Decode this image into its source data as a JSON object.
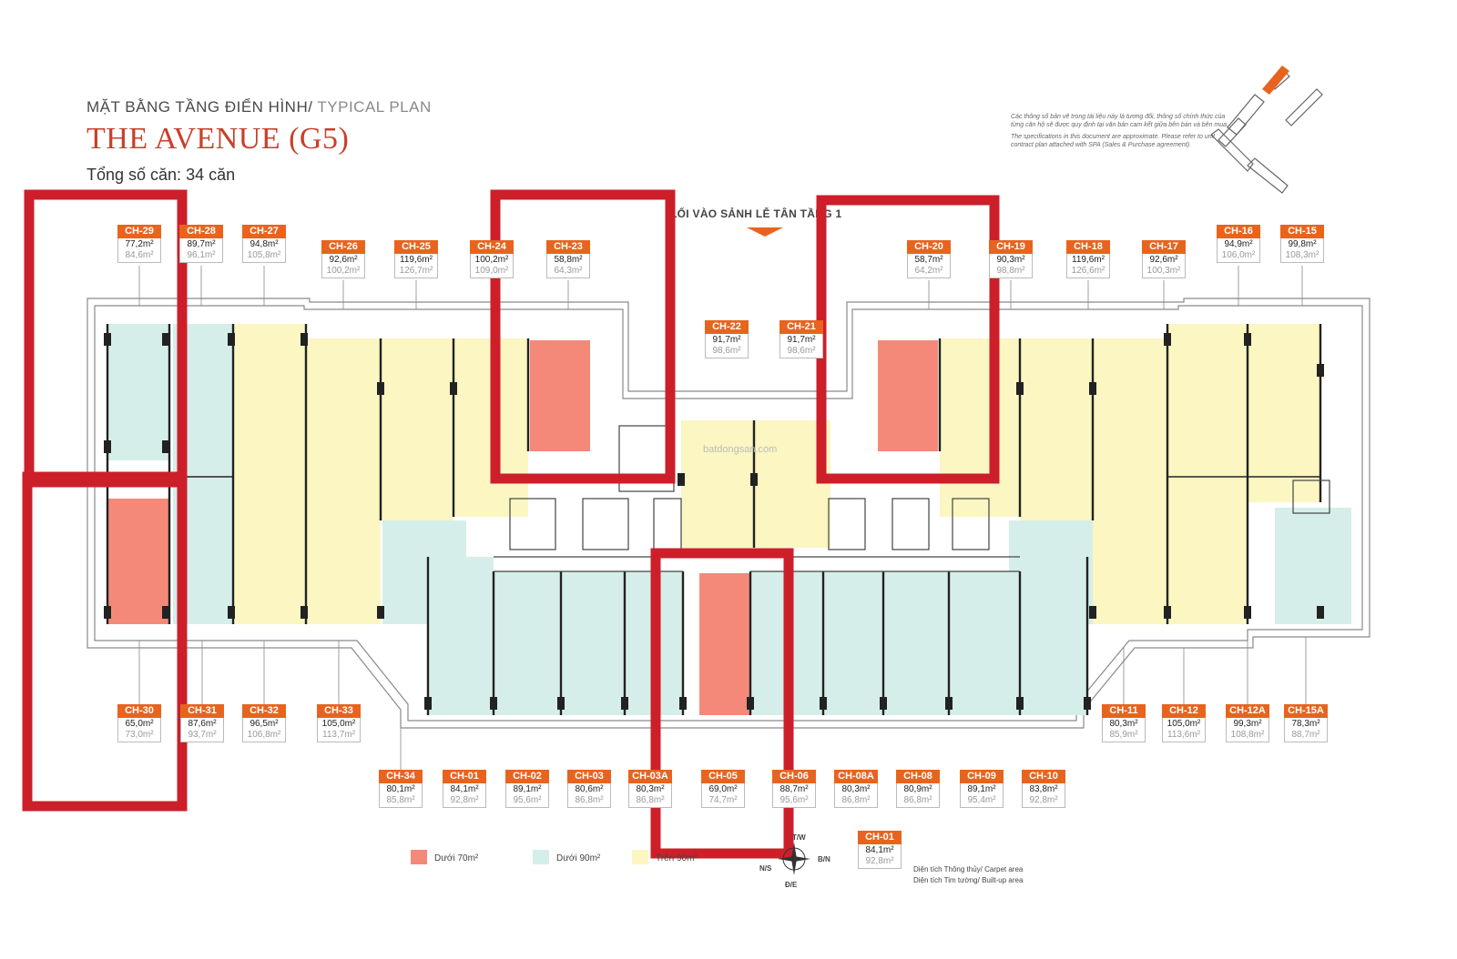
{
  "header": {
    "subtitle_vn": "MẶT BẰNG TẦNG ĐIỂN HÌNH/",
    "subtitle_en": " TYPICAL PLAN",
    "title": "THE AVENUE (G5)",
    "count": "Tổng số căn: 34 căn"
  },
  "disclaimer": {
    "vn": "Các thông số bản vẽ trong tài liệu này là tương đối, thông số chính thức của từng căn hộ sẽ được quy định tại văn bản cam kết giữa bên bán và bên mua.",
    "en": "The specifications in this document are approximate. Please refer to unit contract plan attached with SPA (Sales & Purchase agreement)."
  },
  "entry_label": "LỐI VÀO SẢNH LỄ TÂN TẦNG 1",
  "watermark": "batdongsan.com",
  "colors": {
    "under70": "#f4897a",
    "under90": "#d6eee9",
    "over90": "#fbf6c2",
    "accent": "#e8641e",
    "highlight": "#cc1f2a"
  },
  "units": [
    {
      "code": "CH-29",
      "a1": "77,2m²",
      "a2": "84,6m²"
    },
    {
      "code": "CH-28",
      "a1": "89,7m²",
      "a2": "96,1m²"
    },
    {
      "code": "CH-27",
      "a1": "94,8m²",
      "a2": "105,8m²"
    },
    {
      "code": "CH-26",
      "a1": "92,6m²",
      "a2": "100,2m²"
    },
    {
      "code": "CH-25",
      "a1": "119,6m²",
      "a2": "126,7m²"
    },
    {
      "code": "CH-24",
      "a1": "100,2m²",
      "a2": "109,0m²"
    },
    {
      "code": "CH-23",
      "a1": "58,8m²",
      "a2": "64,3m²"
    },
    {
      "code": "CH-22",
      "a1": "91,7m²",
      "a2": "98,6m²"
    },
    {
      "code": "CH-21",
      "a1": "91,7m²",
      "a2": "98,6m²"
    },
    {
      "code": "CH-20",
      "a1": "58,7m²",
      "a2": "64,2m²"
    },
    {
      "code": "CH-19",
      "a1": "90,3m²",
      "a2": "98,8m²"
    },
    {
      "code": "CH-18",
      "a1": "119,6m²",
      "a2": "126,6m²"
    },
    {
      "code": "CH-17",
      "a1": "92,6m²",
      "a2": "100,3m²"
    },
    {
      "code": "CH-16",
      "a1": "94,9m²",
      "a2": "106,0m²"
    },
    {
      "code": "CH-15",
      "a1": "99,8m²",
      "a2": "108,3m²"
    },
    {
      "code": "CH-30",
      "a1": "65,0m²",
      "a2": "73,0m²"
    },
    {
      "code": "CH-31",
      "a1": "87,6m²",
      "a2": "93,7m²"
    },
    {
      "code": "CH-32",
      "a1": "96,5m²",
      "a2": "106,8m²"
    },
    {
      "code": "CH-33",
      "a1": "105,0m²",
      "a2": "113,7m²"
    },
    {
      "code": "CH-11",
      "a1": "80,3m²",
      "a2": "85,9m²"
    },
    {
      "code": "CH-12",
      "a1": "105,0m²",
      "a2": "113,6m²"
    },
    {
      "code": "CH-12A",
      "a1": "99,3m²",
      "a2": "108,8m²"
    },
    {
      "code": "CH-15A",
      "a1": "78,3m²",
      "a2": "88,7m²"
    },
    {
      "code": "CH-34",
      "a1": "80,1m²",
      "a2": "85,8m²"
    },
    {
      "code": "CH-01",
      "a1": "84,1m²",
      "a2": "92,8m²"
    },
    {
      "code": "CH-02",
      "a1": "89,1m²",
      "a2": "95,6m²"
    },
    {
      "code": "CH-03",
      "a1": "80,6m²",
      "a2": "86,8m²"
    },
    {
      "code": "CH-03A",
      "a1": "80,3m²",
      "a2": "86,8m²"
    },
    {
      "code": "CH-05",
      "a1": "69,0m²",
      "a2": "74,7m²"
    },
    {
      "code": "CH-06",
      "a1": "88,7m²",
      "a2": "95,6m²"
    },
    {
      "code": "CH-08A",
      "a1": "80,3m²",
      "a2": "86,8m²"
    },
    {
      "code": "CH-08",
      "a1": "80,9m²",
      "a2": "86,8m²"
    },
    {
      "code": "CH-09",
      "a1": "89,1m²",
      "a2": "95,4m²"
    },
    {
      "code": "CH-10",
      "a1": "83,8m²",
      "a2": "92,8m²"
    }
  ],
  "legend": [
    {
      "label": "Dưới 70m²"
    },
    {
      "label": "Dưới 90m²"
    },
    {
      "label": "Trên 90m²"
    }
  ],
  "key": {
    "code": "CH-01",
    "a1": "84,1m²",
    "a2": "92,8m²",
    "carpet": "Diện tích Thông thủy/ Carpet area",
    "builtup": "Diện tích Tim tường/ Built-up area"
  },
  "compass": {
    "n": "T/W",
    "e": "B/N",
    "s": "Đ/E",
    "w": "N/S"
  }
}
